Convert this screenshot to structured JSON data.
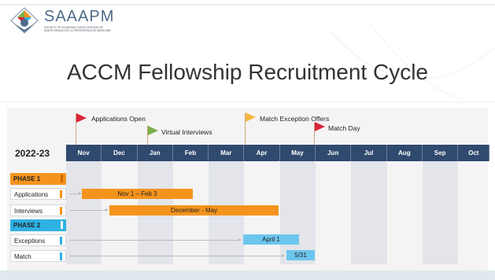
{
  "logo": {
    "word": "SAAAPM",
    "subtitle": "SOCIETY OF ACADEMIC ASSOCIATIONS OF ANESTHESIOLOGY & PERIOPERATIVE MEDICINE"
  },
  "title": "ACCM Fellowship Recruitment Cycle",
  "year": "2022-23",
  "months": [
    "Nov",
    "Dec",
    "Jan",
    "Feb",
    "Mar",
    "Apr",
    "May",
    "Jun",
    "Jul",
    "Aug",
    "Sep",
    "Oct"
  ],
  "milestones": [
    {
      "label": "Applications Open",
      "color": "#d9263b"
    },
    {
      "label": "Virtual Interviews",
      "color": "#7bb04a"
    },
    {
      "label": "Match Exception Offers",
      "color": "#f5b840"
    },
    {
      "label": "Match Day",
      "color": "#d9263b"
    }
  ],
  "phases": {
    "phase1": "PHASE 1",
    "applications": "Applications",
    "interviews": "Interviews",
    "phase2": "PHASE 2",
    "exceptions": "Exceptions",
    "match": "Match"
  },
  "bars": {
    "applications": "Nov 1 – Feb 3",
    "interviews": "December - May",
    "exceptions": "April 1",
    "match": "5/31"
  },
  "colors": {
    "phase1": "#f5941d",
    "phase2": "#2eb1e3",
    "header": "#2f4a6e",
    "bar_blue": "#6cc6ee"
  }
}
